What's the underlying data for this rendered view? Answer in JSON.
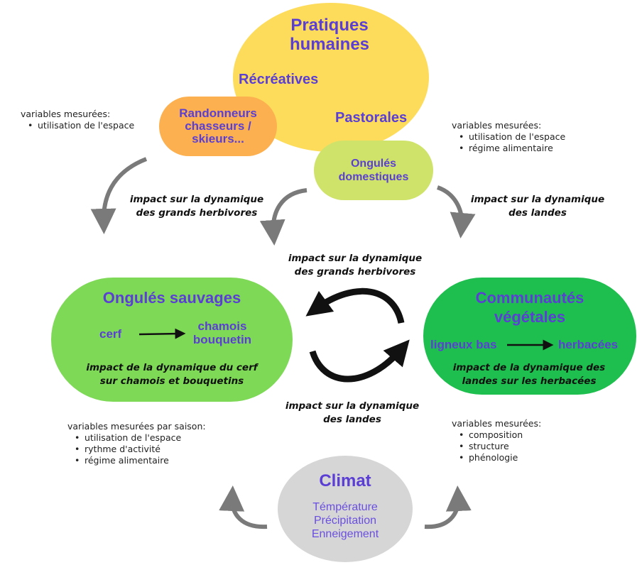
{
  "pratiques": {
    "title_line1": "Pratiques",
    "title_line2": "humaines",
    "recreatives": "Récréatives",
    "pastorales": "Pastorales"
  },
  "randonneurs": {
    "line1": "Randonneurs",
    "line2": "chasseurs /",
    "line3": "skieurs..."
  },
  "ongules_domestiques": {
    "line1": "Ongulés",
    "line2": "domestiques"
  },
  "ongules_sauvages": {
    "title": "Ongulés sauvages",
    "from": "cerf",
    "to_line1": "chamois",
    "to_line2": "bouquetin",
    "note_line1": "impact de la dynamique du cerf",
    "note_line2": "sur chamois et bouquetins"
  },
  "communautes": {
    "title_line1": "Communautés",
    "title_line2": "végétales",
    "from": "ligneux bas",
    "to": "herbacées",
    "note_line1": "impact de la dynamique des",
    "note_line2": "landes sur les herbacées"
  },
  "climat": {
    "title": "Climat",
    "items": [
      "Témpérature",
      "Précipitation",
      "Enneigement"
    ]
  },
  "impacts": {
    "left_top_line1": "impact sur la dynamique",
    "left_top_line2": "des grands herbivores",
    "right_top_line1": "impact sur la dynamique",
    "right_top_line2": "des landes",
    "center_top_line1": "impact sur la dynamique",
    "center_top_line2": "des grands herbivores",
    "center_bottom_line1": "impact sur la dynamique",
    "center_bottom_line2": "des landes"
  },
  "variables": {
    "top_left": {
      "heading": "variables mesurées:",
      "items": [
        "utilisation de l'espace"
      ]
    },
    "top_right": {
      "heading": "variables mesurées:",
      "items": [
        "utilisation de l'espace",
        "régime alimentaire"
      ]
    },
    "bottom_left": {
      "heading": "variables mesurées par saison:",
      "items": [
        "utilisation de l'espace",
        "rythme d'activité",
        "régime alimentaire"
      ]
    },
    "bottom_right": {
      "heading": "variables mesurées:",
      "items": [
        "composition",
        "structure",
        "phénologie"
      ]
    }
  },
  "colors": {
    "yellow": "#fddc5c",
    "orange": "#fdb04f",
    "lightgreen": "#cfe36a",
    "green": "#7ed957",
    "darkgreen": "#1fbf4f",
    "gray": "#d6d6d6",
    "text": "#5b3fd4",
    "arrow": "#7a7a7a"
  }
}
